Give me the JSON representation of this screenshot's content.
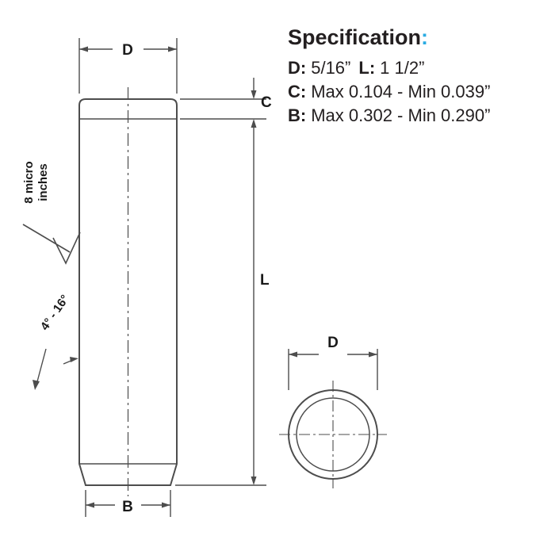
{
  "colors": {
    "accent": "#29abe2",
    "line": "#4d4d4d",
    "text": "#231f20"
  },
  "spec": {
    "title": "Specification",
    "colon": ":",
    "line1": {
      "d_label": "D:",
      "d_value": "5/16”",
      "l_label": "L:",
      "l_value": "1 1/2”"
    },
    "line2": {
      "label": "C:",
      "value": "Max 0.104 - Min 0.039”"
    },
    "line3": {
      "label": "B:",
      "value": "Max 0.302 - Min 0.290”"
    }
  },
  "diagram": {
    "side_view": {
      "dim_top": "D",
      "dim_chamfer": "C",
      "dim_length": "L",
      "dim_bottom": "B",
      "surface_finish_line1": "8 micro",
      "surface_finish_line2": "inches",
      "chamfer_angle": "4° - 16°"
    },
    "end_view": {
      "dim_diameter": "D"
    }
  }
}
